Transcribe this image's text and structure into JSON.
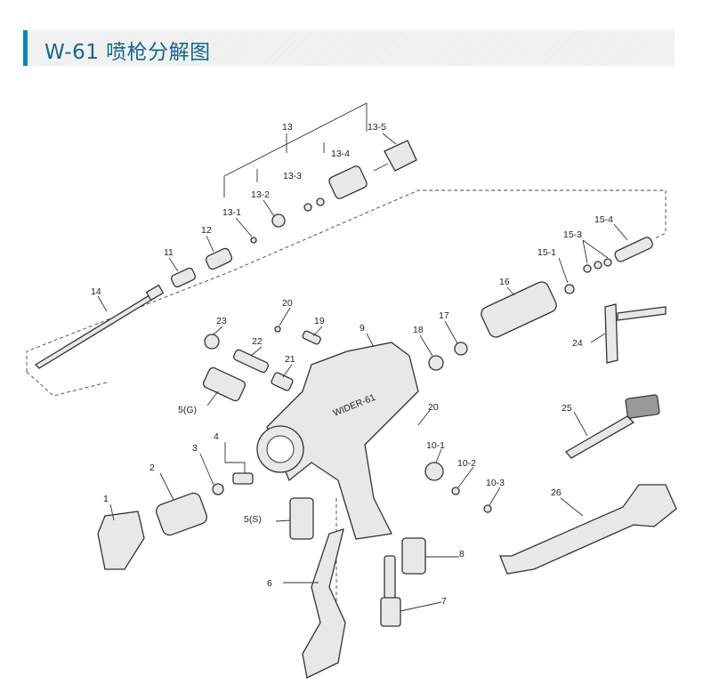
{
  "header": {
    "title": "W-61 喷枪分解图",
    "accent_color": "#0a86c4",
    "title_color": "#17648f"
  },
  "diagram": {
    "body_marking": "WIDER-61",
    "labels": [
      "13",
      "13-5",
      "13-4",
      "13-3",
      "13-2",
      "13-1",
      "12",
      "11",
      "14",
      "15-4",
      "15-3",
      "15-1",
      "16",
      "20",
      "23",
      "19",
      "9",
      "18",
      "17",
      "22",
      "21",
      "24",
      "5(G)",
      "25",
      "20",
      "10-1",
      "10-2",
      "10-3",
      "4",
      "3",
      "2",
      "1",
      "26",
      "5(S)",
      "8",
      "6",
      "7"
    ]
  }
}
